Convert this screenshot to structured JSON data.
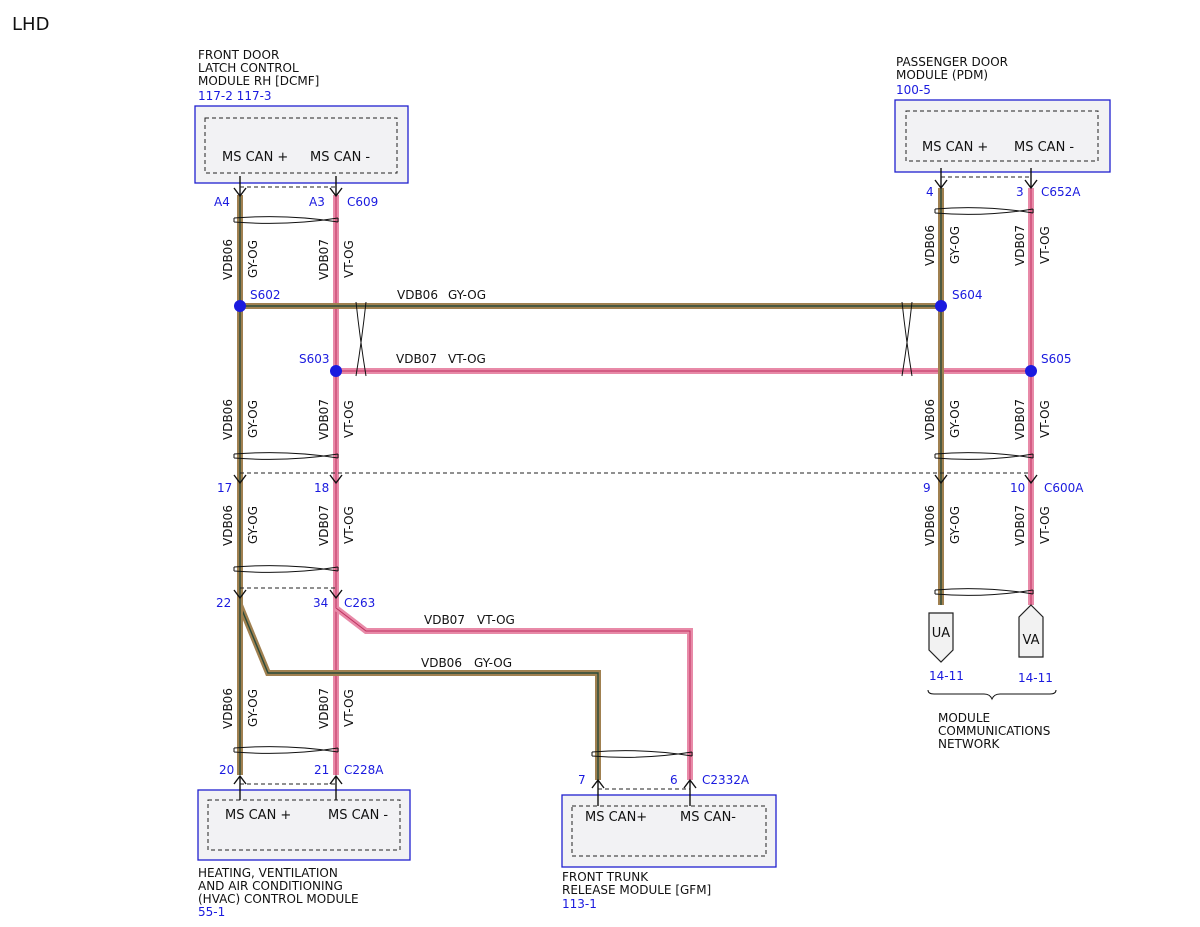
{
  "title": "LHD",
  "modules": {
    "dcmf": {
      "name": "FRONT DOOR\nLATCH CONTROL\nMODULE RH [DCMF]",
      "ref": "117-2  117-3",
      "pin_a": "MS CAN +",
      "pin_b": "MS CAN -"
    },
    "pdm": {
      "name": "PASSENGER DOOR\nMODULE (PDM)",
      "ref": "100-5",
      "pin_a": "MS CAN +",
      "pin_b": "MS CAN -"
    },
    "hvac": {
      "name": "HEATING, VENTILATION\nAND AIR CONDITIONING\n(HVAC) CONTROL MODULE",
      "ref": "55-1",
      "pin_a": "MS CAN +",
      "pin_b": "MS CAN -"
    },
    "gfm": {
      "name": "FRONT TRUNK\nRELEASE MODULE [GFM]",
      "ref": "113-1",
      "pin_a": "MS CAN+",
      "pin_b": "MS CAN-"
    }
  },
  "pins": {
    "dcmf_a": "A4",
    "dcmf_b": "A3",
    "dcmf_conn": "C609",
    "pdm_a": "4",
    "pdm_b": "3",
    "pdm_conn": "C652A",
    "c600a_1": "17",
    "c600a_2": "18",
    "c600a_3": "9",
    "c600a_4": "10",
    "c600a_conn": "C600A",
    "c263_a": "22",
    "c263_b": "34",
    "c263_conn": "C263",
    "hvac_a": "20",
    "hvac_b": "21",
    "hvac_conn": "C228A",
    "gfm_a": "7",
    "gfm_b": "6",
    "gfm_conn": "C2332A"
  },
  "splices": {
    "s602": "S602",
    "s603": "S603",
    "s604": "S604",
    "s605": "S605"
  },
  "wires": {
    "gy_circuit": "VDB06",
    "gy_color": "GY-OG",
    "vt_circuit": "VDB07",
    "vt_color": "VT-OG"
  },
  "network": {
    "ua": "UA",
    "va": "VA",
    "ua_ref": "14-11",
    "va_ref": "14-11",
    "label": "MODULE\nCOMMUNICATIONS\nNETWORK"
  },
  "colors": {
    "gy_og": "#a08050",
    "vt_og": "#e88aa8",
    "ref_blue": "#1a1adf"
  }
}
